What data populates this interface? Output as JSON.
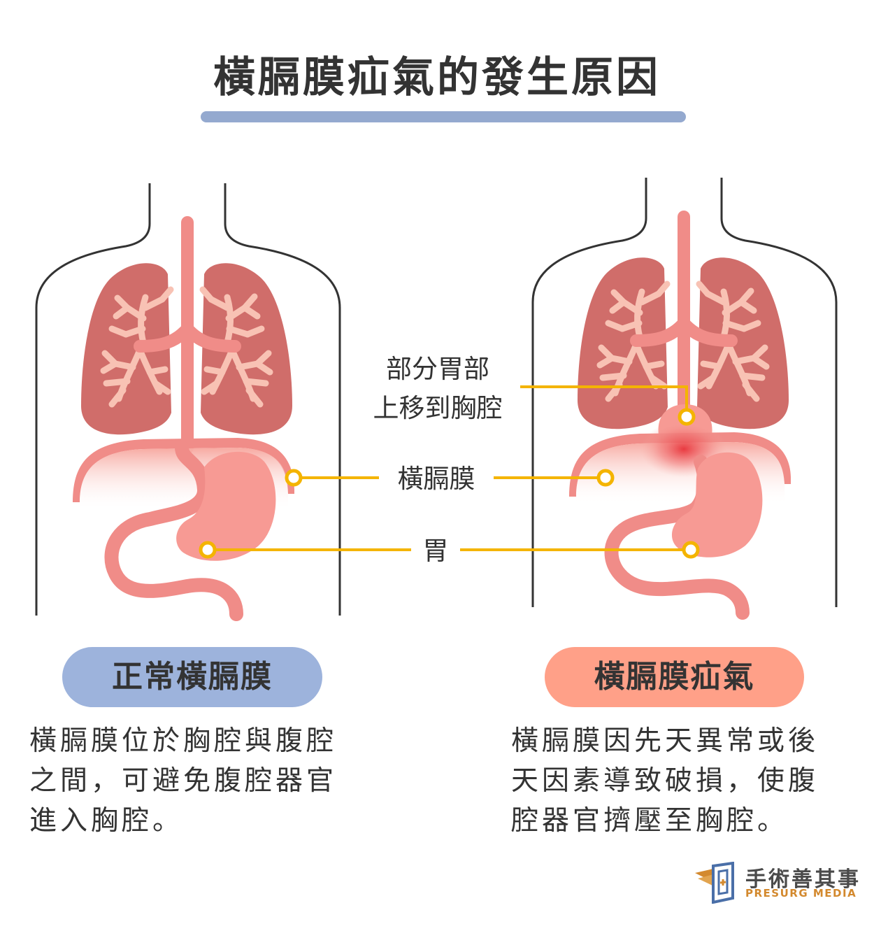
{
  "title": "橫膈膜疝氣的發生原因",
  "labels": {
    "stomach_moved": [
      "部分胃部",
      "上移到胸腔"
    ],
    "diaphragm": "橫膈膜",
    "stomach": "胃"
  },
  "normal": {
    "pill": "正常橫膈膜",
    "desc_lines": [
      "橫膈膜位於胸腔與腹腔",
      "之間，可避免腹腔器官",
      "進入胸腔。"
    ]
  },
  "hernia": {
    "pill": "橫膈膜疝氣",
    "desc_lines": [
      "橫膈膜因先天異常或後",
      "天因素導致破損，使腹",
      "腔器官擠壓至胸腔。"
    ]
  },
  "logo": {
    "cn": "手術善其事",
    "en": "PRESURG MEDIA"
  },
  "colors": {
    "lung": "#d06d6a",
    "bronchi": "#f8c2b4",
    "trachea": "#f08c88",
    "stomach": "#f79a94",
    "diaphragm": "#f7a9a1",
    "pointer": "#f4b400",
    "title_bar": "#94a9cf",
    "pill_normal": "#9db3dc",
    "pill_hernia": "#ffa088",
    "logo_accent": "#d3892e"
  }
}
